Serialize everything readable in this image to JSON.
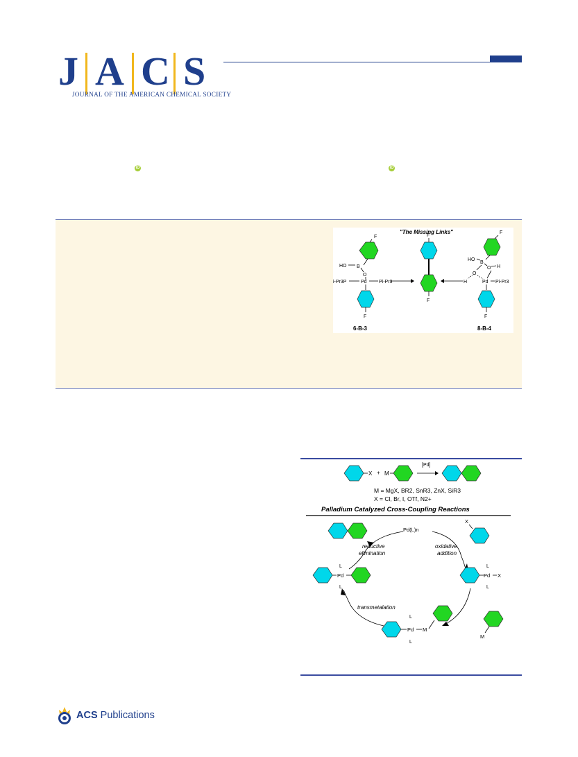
{
  "journal": {
    "letters": [
      "J",
      "A",
      "C",
      "S"
    ],
    "name": "JOURNAL OF THE AMERICAN CHEMICAL SOCIETY"
  },
  "toc_graphic": {
    "title": "\"The Missing Links\"",
    "left_label": "6-B-3",
    "right_label": "8-B-4",
    "atoms": {
      "F": "F",
      "HO": "HO",
      "B": "B",
      "O": "O",
      "H": "H",
      "Pd": "Pd",
      "iPr3P": "i-Pr3P",
      "PiPr3": "Pi-Pr3"
    }
  },
  "scheme": {
    "reaction_x": "X",
    "plus": "+",
    "reaction_m": "M",
    "catalyst": "[Pd]",
    "m_def": "M = MgX, BR2, SnR3, ZnX, SiR3",
    "x_def": "X = Cl, Br, I, OTf, N2+",
    "title": "Palladium Catalyzed Cross-Coupling Reactions",
    "pd_catalyst": "Pd(L)n",
    "reductive_elimination": [
      "reductive",
      "elimination"
    ],
    "oxidative_addition": [
      "oxidative",
      "addition"
    ],
    "transmetalation": "transmetalation",
    "L": "L",
    "Pd": "Pd",
    "X": "X",
    "M": "M"
  },
  "publisher": {
    "acs": "ACS",
    "publications": "Publications"
  },
  "colors": {
    "jacs_blue": "#1f3f8c",
    "jacs_gold": "#f1b71c",
    "abstract_bg": "#fdf6e3",
    "ring_cyan": "#00d7ea",
    "ring_green": "#22d622",
    "orcid_green": "#a6ce39"
  }
}
